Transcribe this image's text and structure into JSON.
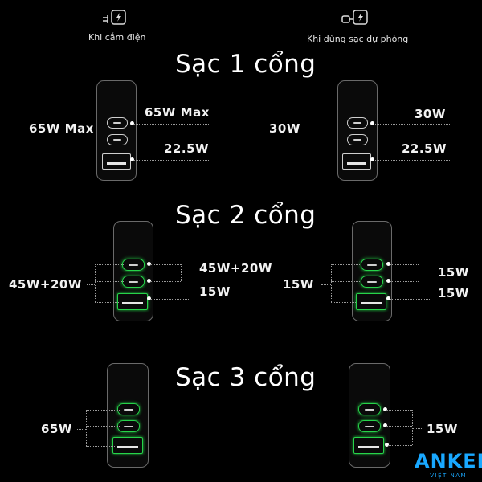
{
  "header": {
    "left_caption": "Khi cắm điện",
    "right_caption": "Khi dùng sạc dự phòng"
  },
  "sections": [
    {
      "title": "Sạc 1 cổng",
      "left": {
        "outer_label": "65W Max",
        "port1_label": "65W Max",
        "port3_label": "22.5W"
      },
      "right": {
        "outer_label": "30W",
        "port1_label": "30W",
        "port3_label": "22.5W"
      }
    },
    {
      "title": "Sạc 2 cổng",
      "left": {
        "outer_label": "45W+20W",
        "port1_label": "45W+20W",
        "port3_label": "15W"
      },
      "right": {
        "outer_label": "15W",
        "port1_label": "15W",
        "port3_label": "15W"
      }
    },
    {
      "title": "Sạc 3 cổng",
      "left": {
        "outer_label": "65W"
      },
      "right": {
        "outer_label": "15W"
      }
    }
  ],
  "brand": {
    "name": "ANKER",
    "sub": "— VIỆT NAM —"
  },
  "icons": {
    "plug": "plug-charging-icon",
    "powerbank": "powerbank-charging-icon"
  },
  "colors": {
    "background": "#000000",
    "active_port": "#27d34a",
    "brand": "#19a8ff"
  }
}
